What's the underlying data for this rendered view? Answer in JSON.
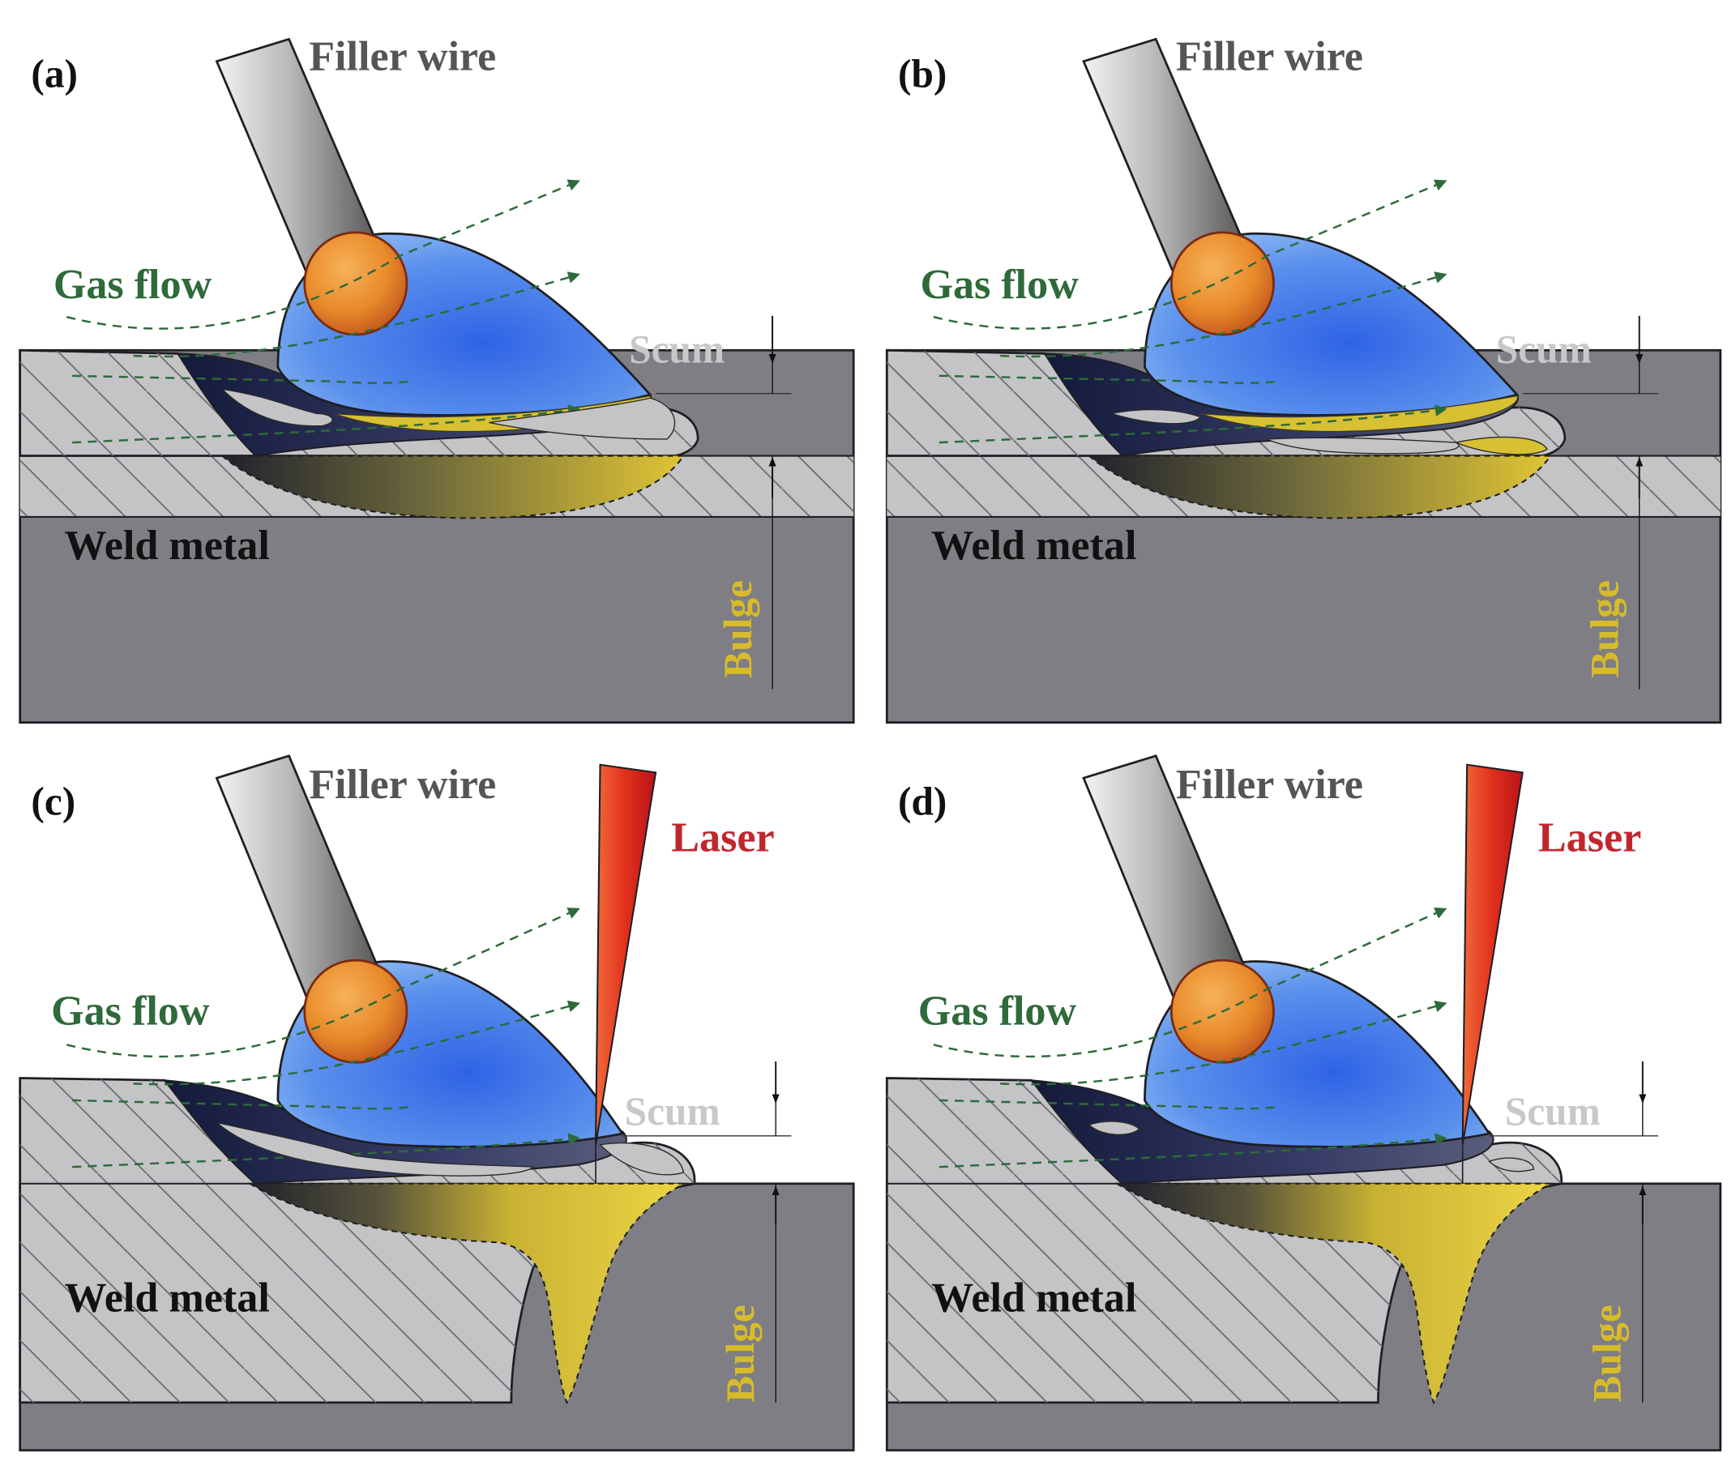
{
  "colors": {
    "base_metal": "#7e7e84",
    "weld_metal": "#c4c4c6",
    "outline": "#1e1e24",
    "pool_blue": "#2f63e6",
    "pool_light": "#9cc6f4",
    "fusion_yellow": "#d8c033",
    "fusion_dark": "#2a2d3a",
    "droplet": "#e88a2a",
    "laser": "#d92b1e",
    "gas_flow": "#2e6a3a",
    "scum_label": "#c8c8c8",
    "bulge_label": "#d8bb2b",
    "laser_label": "#c0272d"
  },
  "panels": [
    {
      "id": "a",
      "tag": "(a)",
      "filler_wire": "Filler wire",
      "gas_flow": "Gas flow",
      "scum": "Scum",
      "weld_metal": "Weld metal",
      "bulge": "Bulge"
    },
    {
      "id": "b",
      "tag": "(b)",
      "filler_wire": "Filler wire",
      "gas_flow": "Gas flow",
      "scum": "Scum",
      "weld_metal": "Weld metal",
      "bulge": "Bulge"
    },
    {
      "id": "c",
      "tag": "(c)",
      "filler_wire": "Filler wire",
      "laser": "Laser",
      "gas_flow": "Gas flow",
      "scum": "Scum",
      "weld_metal": "Weld metal",
      "bulge": "Bulge"
    },
    {
      "id": "d",
      "tag": "(d)",
      "filler_wire": "Filler wire",
      "laser": "Laser",
      "gas_flow": "Gas flow",
      "scum": "Scum",
      "weld_metal": "Weld metal",
      "bulge": "Bulge"
    }
  ]
}
